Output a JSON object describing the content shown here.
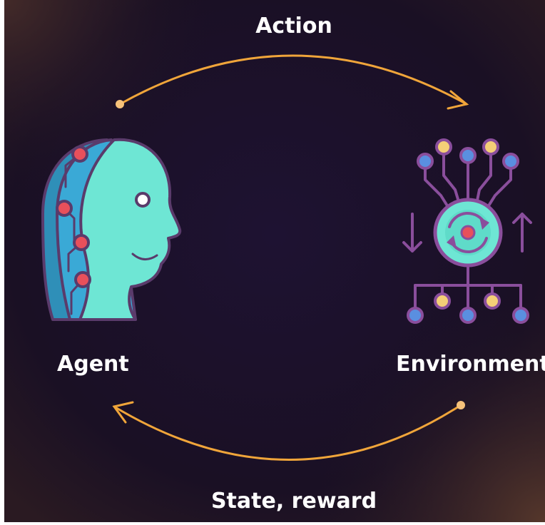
{
  "labels": {
    "action": "Action",
    "agent": "Agent",
    "environment": "Environment",
    "state_reward": "State, reward"
  },
  "colors": {
    "background": "#1c1125",
    "arrow": "#f0a53a",
    "head_face": "#6ee6d4",
    "head_circuit": "#3aa9d6",
    "node_red": "#e8505b",
    "outline": "#5a3b6b",
    "env_stroke": "#8a4e9c",
    "node_blue": "#5a8fe0",
    "node_yellow": "#f4cf77"
  },
  "icons": {
    "agent": "ai-head-icon",
    "environment": "network-hub-icon"
  }
}
